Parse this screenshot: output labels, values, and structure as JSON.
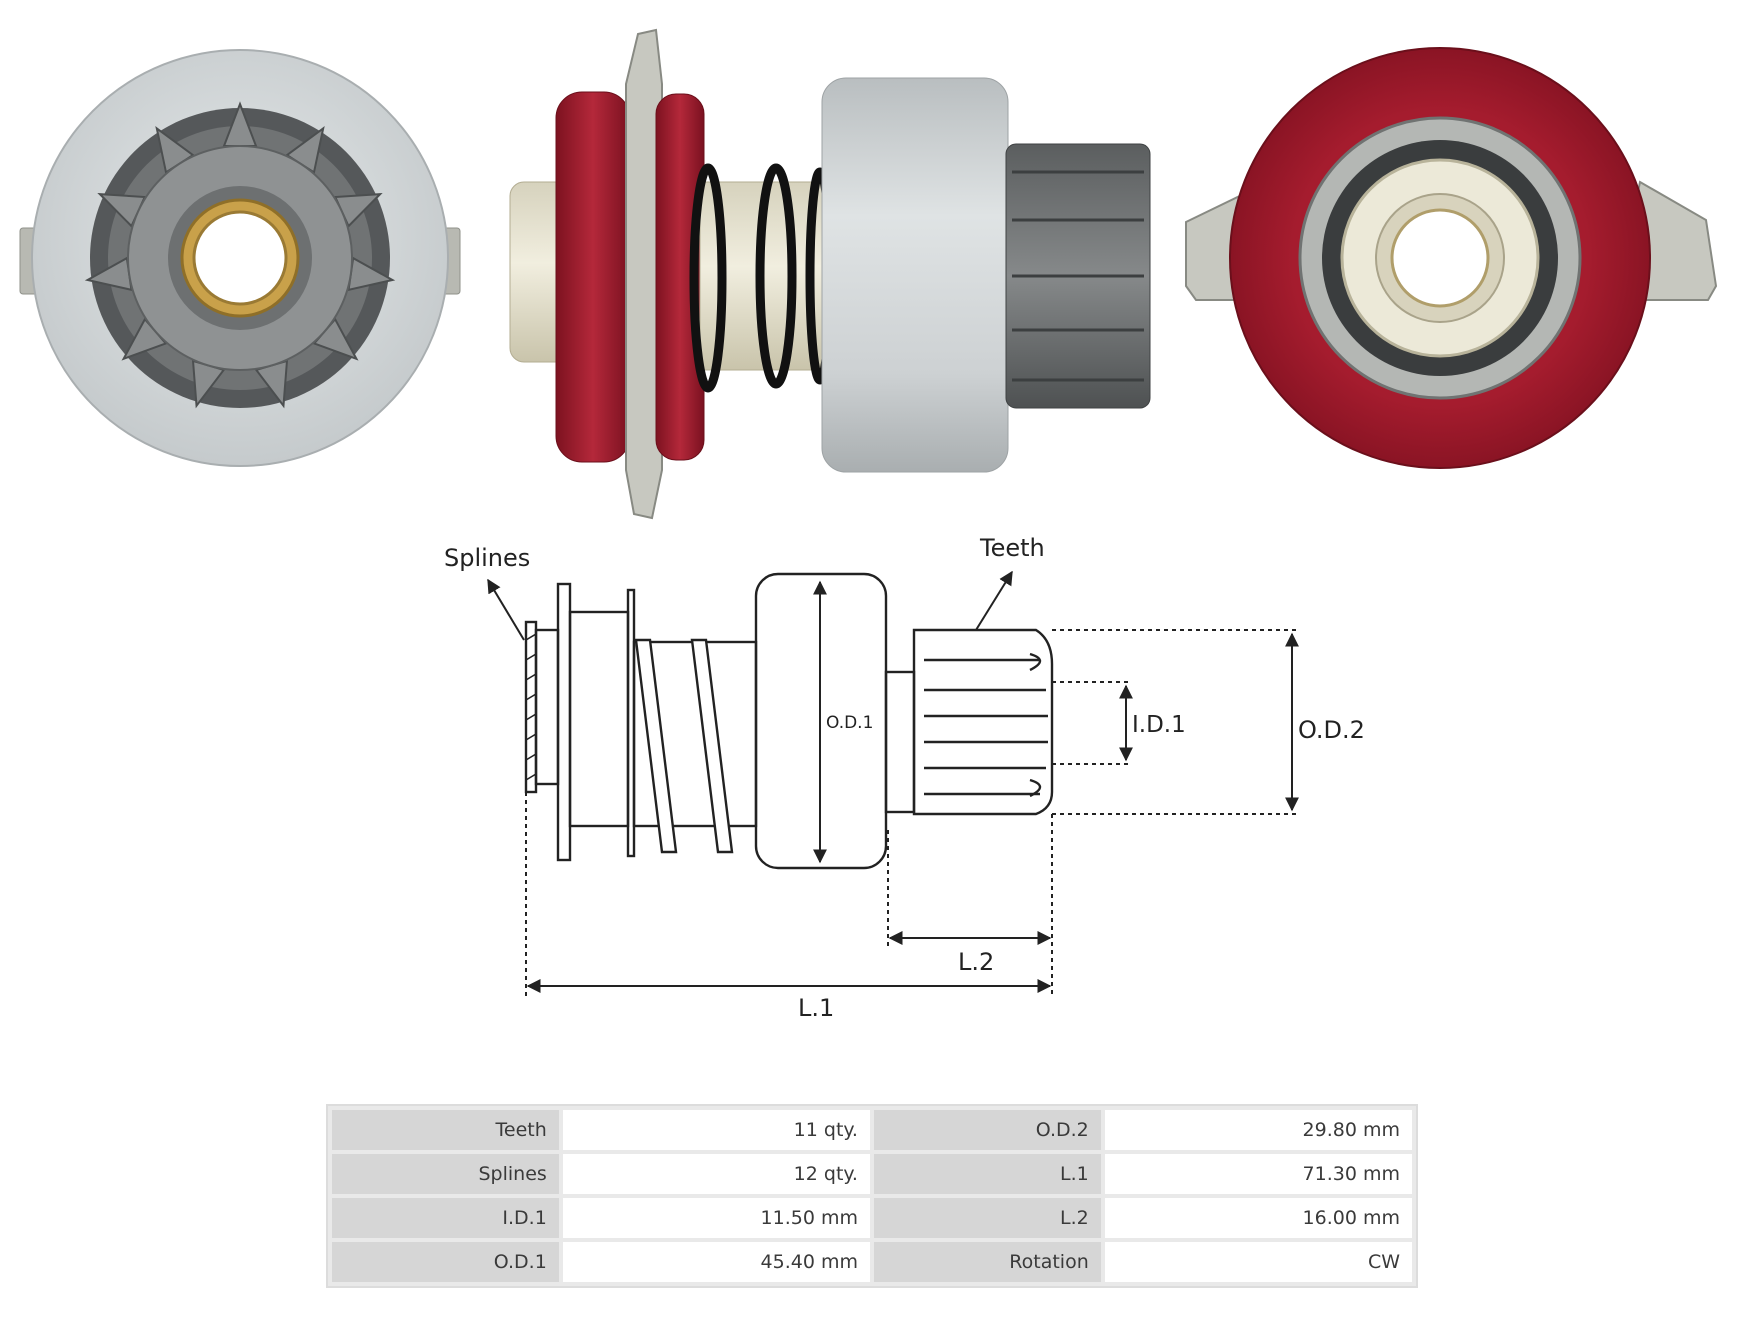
{
  "diagram": {
    "labels": {
      "splines": "Splines",
      "teeth": "Teeth",
      "od1": "O.D.1",
      "id1": "I.D.1",
      "od2": "O.D.2",
      "l2": "L.2",
      "l1": "L.1"
    }
  },
  "photos": {
    "views": [
      "pinion-end-view",
      "side-view",
      "lever-end-view"
    ]
  },
  "specs": {
    "rows": [
      {
        "label_a": "Teeth",
        "value_a": "11 qty.",
        "label_b": "O.D.2",
        "value_b": "29.80 mm"
      },
      {
        "label_a": "Splines",
        "value_a": "12 qty.",
        "label_b": "L.1",
        "value_b": "71.30 mm"
      },
      {
        "label_a": "I.D.1",
        "value_a": "11.50 mm",
        "label_b": "L.2",
        "value_b": "16.00 mm"
      },
      {
        "label_a": "O.D.1",
        "value_a": "45.40 mm",
        "label_b": "Rotation",
        "value_b": "CW"
      }
    ]
  },
  "colors": {
    "housing_grey": "#cfd3d5",
    "gear_steel": "#6b6e6f",
    "collar_red": "#9e1a2a",
    "bushing_brass": "#c9a14a",
    "nylon_cream": "#ece9d8",
    "line_dark": "#222222"
  }
}
